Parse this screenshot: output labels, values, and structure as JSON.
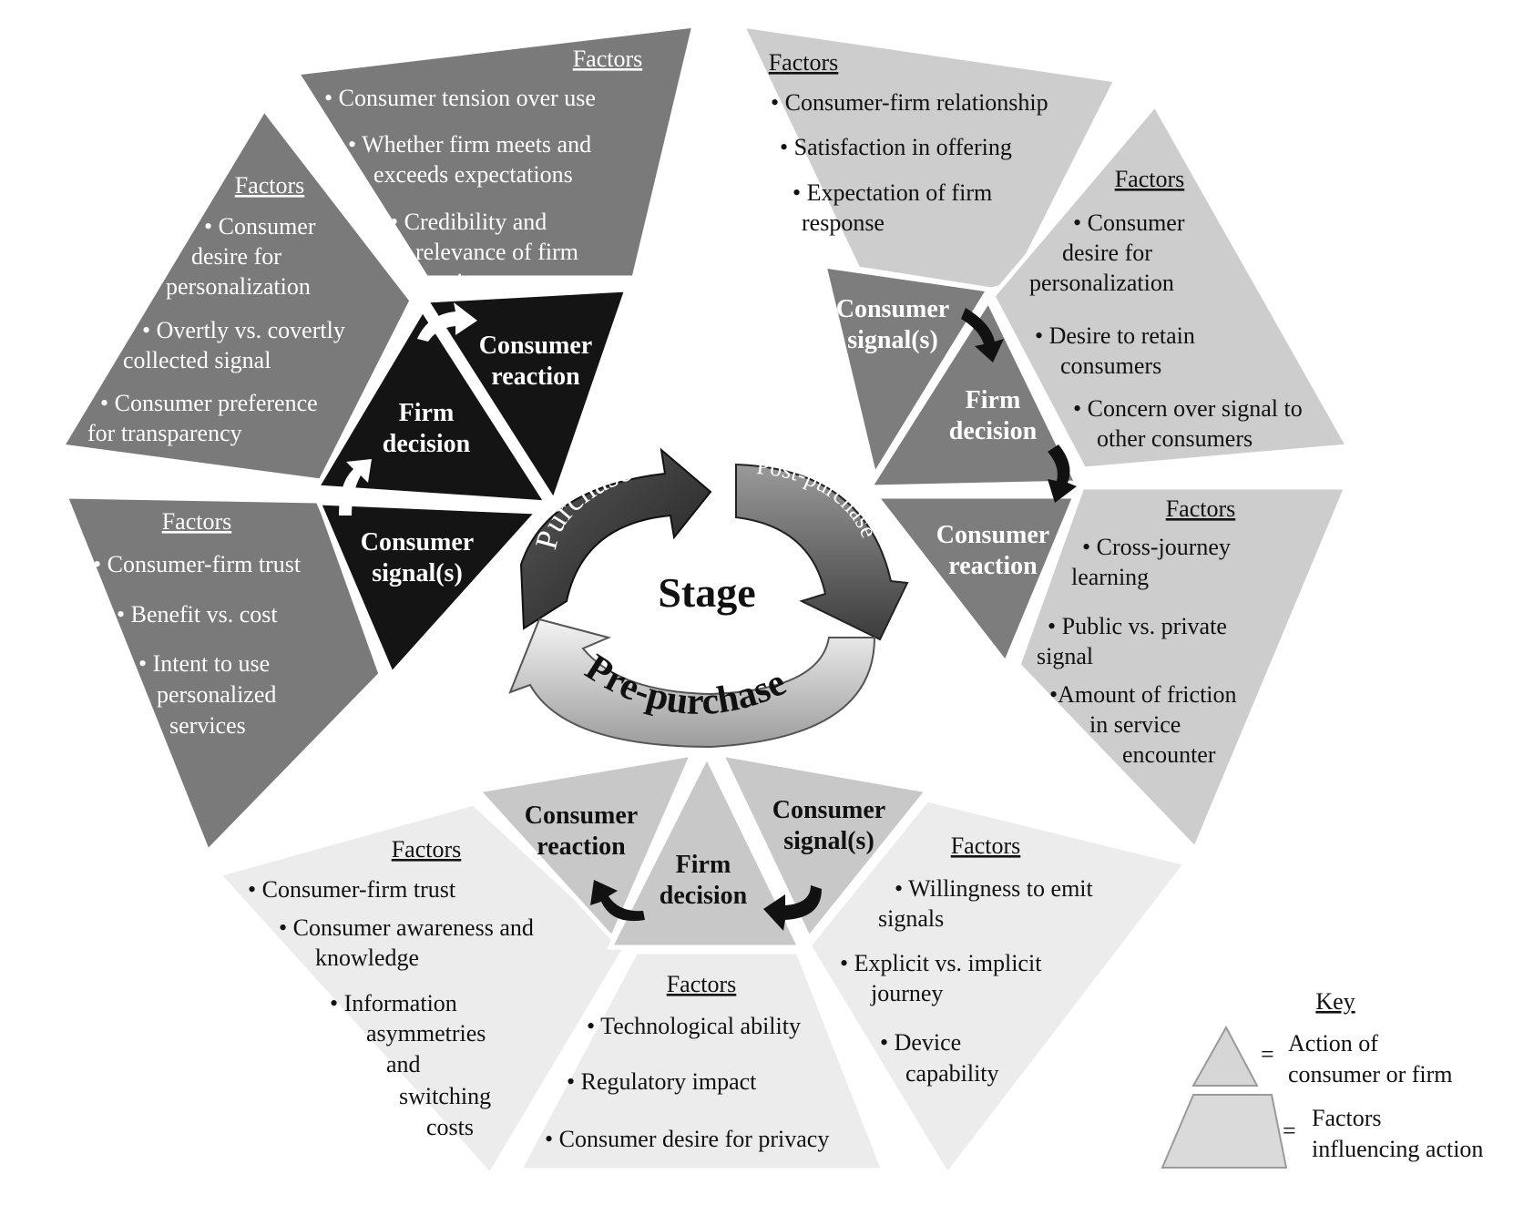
{
  "stage": {
    "center_label": "Stage",
    "arc_labels": {
      "purchase": "Purchase",
      "post_purchase": "Post-purchase",
      "pre_purchase": "Pre-purchase"
    }
  },
  "purchase": {
    "actions": {
      "signal": [
        "Consumer",
        "signal(s)"
      ],
      "decision": [
        "Firm",
        "decision"
      ],
      "reaction": [
        "Consumer",
        "reaction"
      ]
    },
    "factors_signal": {
      "heading": "Factors",
      "lines": [
        "• Consumer-firm trust",
        "• Benefit vs. cost",
        "• Intent to use",
        "personalized",
        "services"
      ]
    },
    "factors_decision": {
      "heading": "Factors",
      "lines": [
        "• Consumer",
        "desire for",
        "personalization",
        "• Overtly vs. covertly",
        "collected signal",
        "• Consumer preference",
        "for transparency"
      ]
    },
    "factors_reaction": {
      "heading": "Factors",
      "lines": [
        "• Consumer tension over use",
        "• Whether firm meets and",
        "exceeds expectations",
        "• Credibility and",
        "relevance of firm",
        "action"
      ]
    }
  },
  "post_purchase": {
    "actions": {
      "signal": [
        "Consumer",
        "signal(s)"
      ],
      "decision": [
        "Firm",
        "decision"
      ],
      "reaction": [
        "Consumer",
        "reaction"
      ]
    },
    "factors_signal": {
      "heading": "Factors",
      "lines": [
        "• Consumer-firm relationship",
        "• Satisfaction in offering",
        "• Expectation of firm",
        "response"
      ]
    },
    "factors_decision": {
      "heading": "Factors",
      "lines": [
        "• Consumer",
        "desire for",
        "personalization",
        "• Desire to retain",
        "consumers",
        "• Concern over signal to",
        "other consumers"
      ]
    },
    "factors_reaction": {
      "heading": "Factors",
      "lines": [
        "• Cross-journey",
        "learning",
        "• Public vs. private",
        "signal",
        "•Amount of friction",
        "in service",
        "encounter"
      ]
    }
  },
  "pre_purchase": {
    "actions": {
      "signal": [
        "Consumer",
        "signal(s)"
      ],
      "decision": [
        "Firm",
        "decision"
      ],
      "reaction": [
        "Consumer",
        "reaction"
      ]
    },
    "factors_signal": {
      "heading": "Factors",
      "lines": [
        "• Willingness to emit",
        "signals",
        "• Explicit vs. implicit",
        "journey",
        "• Device",
        "capability"
      ]
    },
    "factors_decision": {
      "heading": "Factors",
      "lines": [
        "• Technological ability",
        "• Regulatory impact",
        "• Consumer desire for privacy"
      ]
    },
    "factors_reaction": {
      "heading": "Factors",
      "lines": [
        "• Consumer-firm trust",
        "• Consumer awareness and",
        "knowledge",
        "• Information",
        "asymmetries",
        "and",
        "switching",
        "costs"
      ]
    }
  },
  "key": {
    "title": "Key",
    "action_label": [
      "Action of",
      "consumer or firm"
    ],
    "factors_label": [
      "Factors",
      "influencing action"
    ],
    "equals": "="
  },
  "colors": {
    "purchase_action": "#141414",
    "purchase_factor": "#7a7a7a",
    "post_action": "#7d7d7d",
    "post_factor": "#cdcdcd",
    "pre_action": "#c8c8c8",
    "pre_factor": "#ececec"
  }
}
